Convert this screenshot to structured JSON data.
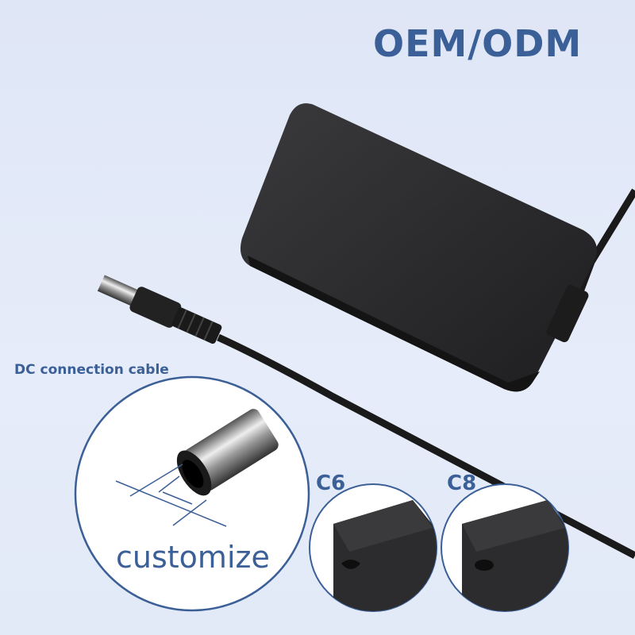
{
  "title": "OEM/ODM",
  "dc_label": "DC connection cable",
  "customize_label": "customize",
  "inlet_options": [
    {
      "label": "C6"
    },
    {
      "label": "C8"
    }
  ],
  "colors": {
    "accent": "#3b5f97",
    "adapter": "#2a2a2c",
    "background": "#e3eaf8"
  }
}
